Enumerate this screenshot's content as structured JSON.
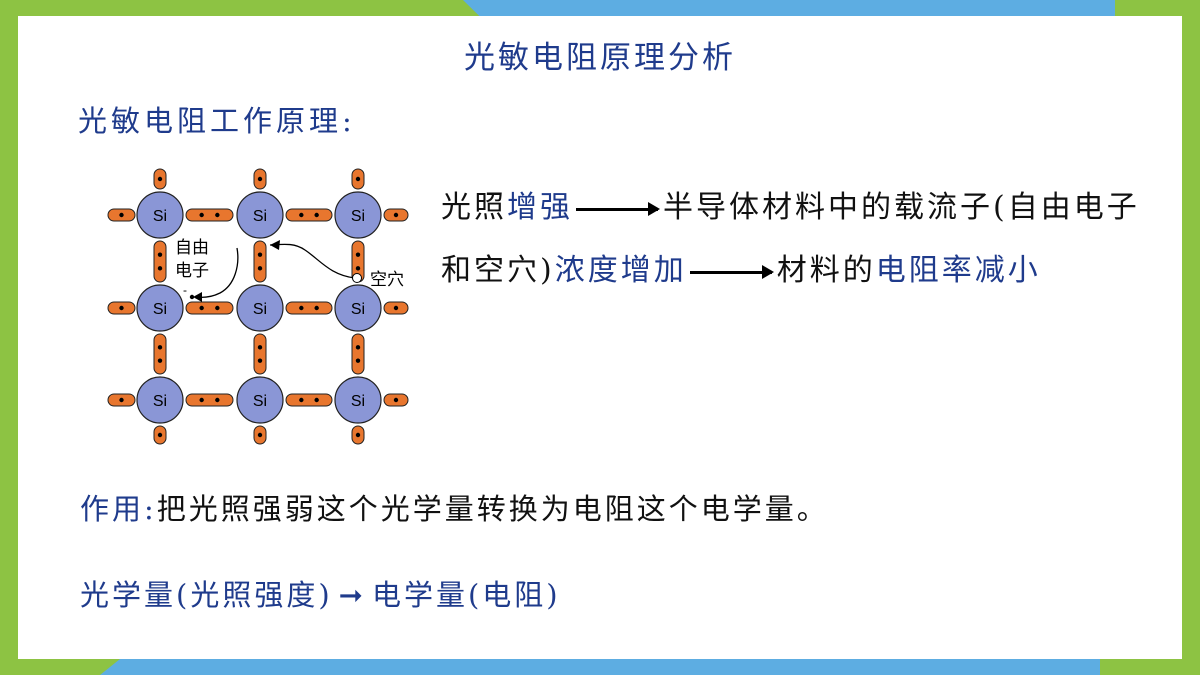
{
  "title": "光敏电阻原理分析",
  "subtitle": "光敏电阻工作原理:",
  "explanation": {
    "t1": "光照",
    "t2": "增强",
    "t3": "半导体材料中的载流子(自由电子和空穴)",
    "t4": "浓度增加",
    "t5": "材料的",
    "t6": "电阻率",
    "t7": "减小"
  },
  "diagram": {
    "atom_label": "Si",
    "free_electron_label_1": "自由",
    "free_electron_label_2": "电子",
    "minus_sign": "-",
    "hole_label": "空穴"
  },
  "effect": {
    "label": "作用:",
    "text": "把光照强弱这个光学量转换为电阻这个电学量。"
  },
  "formula": {
    "left": "光学量(光照强度)",
    "arrow": "➞",
    "right": "电学量(电阻)"
  },
  "colors": {
    "background_green": "#8dc343",
    "accent_blue": "#5dade2",
    "text_blue": "#1f3b8c",
    "atom_fill": "#8a96d6",
    "bond_fill": "#e8762e"
  }
}
